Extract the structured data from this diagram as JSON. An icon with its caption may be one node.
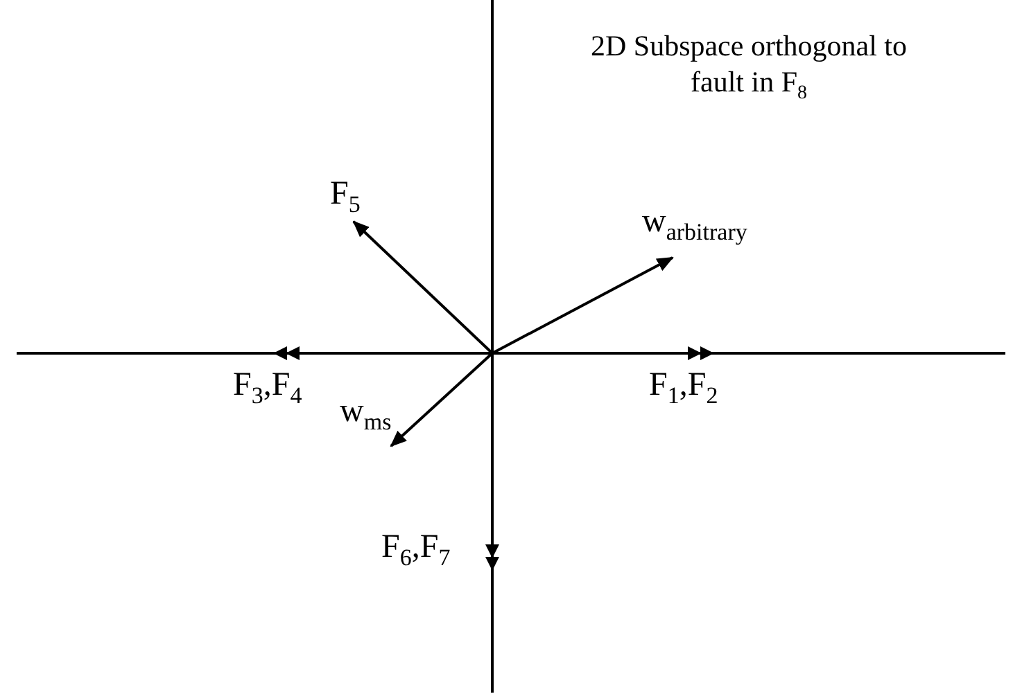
{
  "diagram": {
    "title": "2D Subspace orthogonal to fault in F$_{8}$",
    "labels": [
      "F$_{5}$",
      "w$_{arbitrary}$",
      "F$_{3}$,F$_{4}$",
      "F$_{1}$,F$_{2}$",
      "w$_{ms}$",
      "F$_{6}$,F$_{7}$"
    ]
  }
}
